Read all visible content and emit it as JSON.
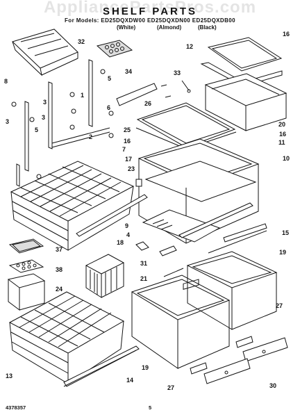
{
  "header": {
    "watermark": "AppliancePartsPros.com",
    "title": "SHELF PARTS",
    "models": "For Models: ED25DQXDW00  ED25DQXDN00  ED25DQXDB00",
    "variants": [
      "(White)",
      "(Almond)",
      "(Black)"
    ]
  },
  "callouts": [
    "32",
    "16",
    "12",
    "33",
    "34",
    "26",
    "25",
    "16",
    "20",
    "3",
    "8",
    "1",
    "5",
    "6",
    "3",
    "5",
    "3",
    "2",
    "7",
    "16",
    "11",
    "17",
    "23",
    "10",
    "9",
    "4",
    "15",
    "31",
    "21",
    "18",
    "37",
    "38",
    "24",
    "19",
    "13",
    "14",
    "27",
    "19",
    "27",
    "30"
  ],
  "footer": {
    "doc_number": "4378357",
    "page_number": "5"
  }
}
